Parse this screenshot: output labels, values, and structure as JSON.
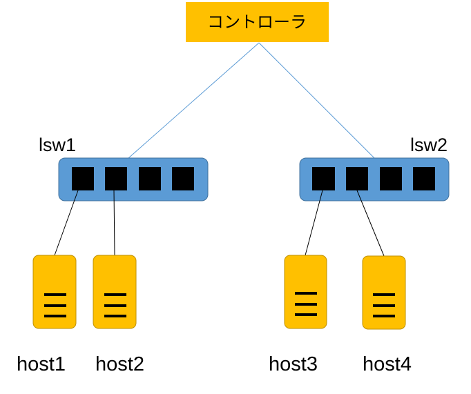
{
  "controller": {
    "label": "コントローラ",
    "color": "#FFC000"
  },
  "switches": [
    {
      "id": "lsw1",
      "label": "lsw1",
      "port_count": 4,
      "color": "#5B9BD5"
    },
    {
      "id": "lsw2",
      "label": "lsw2",
      "port_count": 4,
      "color": "#5B9BD5"
    }
  ],
  "hosts": [
    {
      "label": "host1",
      "switch": "lsw1",
      "port": 1
    },
    {
      "label": "host2",
      "switch": "lsw1",
      "port": 2
    },
    {
      "label": "host3",
      "switch": "lsw2",
      "port": 1
    },
    {
      "label": "host4",
      "switch": "lsw2",
      "port": 2
    }
  ],
  "colors": {
    "host_fill": "#FFC000",
    "host_stroke": "#BF9000",
    "switch_stroke": "#41719C",
    "port_fill": "#000000",
    "control_link": "#5B9BD5",
    "data_link": "#000000"
  }
}
